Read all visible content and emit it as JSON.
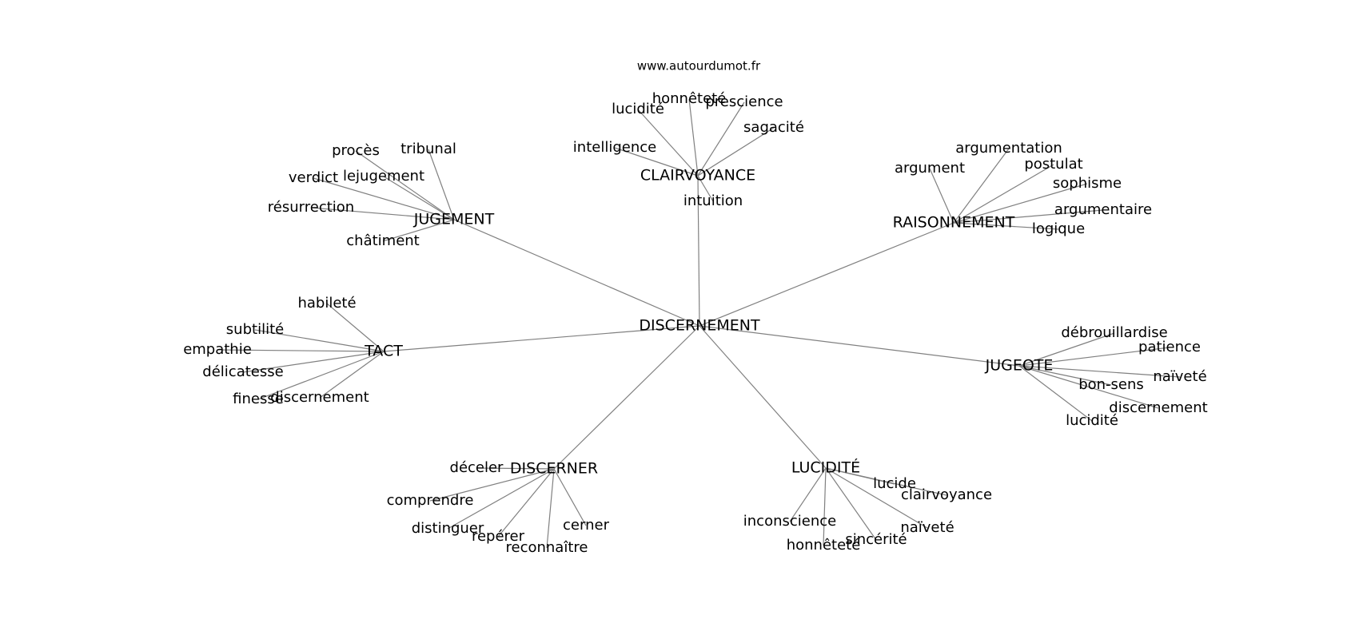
{
  "source": "www.autourdumot.fr",
  "center": {
    "id": "discernement",
    "label": "DISCERNEMENT"
  },
  "hubs": [
    {
      "id": "clairvoyance",
      "label": "CLAIRVOYANCE",
      "leaves": [
        {
          "id": "honnetete",
          "label": "honnêteté"
        },
        {
          "id": "prescience",
          "label": "prescience"
        },
        {
          "id": "lucidite",
          "label": "lucidité"
        },
        {
          "id": "sagacite",
          "label": "sagacité"
        },
        {
          "id": "intelligence",
          "label": "intelligence"
        },
        {
          "id": "intuition",
          "label": "intuition"
        }
      ]
    },
    {
      "id": "jugement",
      "label": "JUGEMENT",
      "leaves": [
        {
          "id": "proces",
          "label": "procès"
        },
        {
          "id": "tribunal",
          "label": "tribunal"
        },
        {
          "id": "verdict",
          "label": "verdict"
        },
        {
          "id": "lejugement",
          "label": "lejugement"
        },
        {
          "id": "resurrection",
          "label": "résurrection"
        },
        {
          "id": "chatiment",
          "label": "châtiment"
        }
      ]
    },
    {
      "id": "raisonnement",
      "label": "RAISONNEMENT",
      "leaves": [
        {
          "id": "argumentation",
          "label": "argumentation"
        },
        {
          "id": "argument",
          "label": "argument"
        },
        {
          "id": "postulat",
          "label": "postulat"
        },
        {
          "id": "sophisme",
          "label": "sophisme"
        },
        {
          "id": "argumentaire",
          "label": "argumentaire"
        },
        {
          "id": "logique",
          "label": "logique"
        }
      ]
    },
    {
      "id": "tact",
      "label": "TACT",
      "leaves": [
        {
          "id": "habilete",
          "label": "habileté"
        },
        {
          "id": "subtilite",
          "label": "subtilité"
        },
        {
          "id": "empathie",
          "label": "empathie"
        },
        {
          "id": "delicatesse",
          "label": "délicatesse"
        },
        {
          "id": "finesse",
          "label": "finesse"
        },
        {
          "id": "discernement",
          "label": "discernement"
        }
      ]
    },
    {
      "id": "jugeote",
      "label": "JUGEOTE",
      "leaves": [
        {
          "id": "debrouillardise",
          "label": "débrouillardise"
        },
        {
          "id": "patience",
          "label": "patience"
        },
        {
          "id": "naivete",
          "label": "naïveté"
        },
        {
          "id": "bon-sens",
          "label": "bon-sens"
        },
        {
          "id": "discernement",
          "label": "discernement"
        },
        {
          "id": "lucidite",
          "label": "lucidité"
        }
      ]
    },
    {
      "id": "discerner",
      "label": "DISCERNER",
      "leaves": [
        {
          "id": "deceler",
          "label": "déceler"
        },
        {
          "id": "comprendre",
          "label": "comprendre"
        },
        {
          "id": "distinguer",
          "label": "distinguer"
        },
        {
          "id": "reperer",
          "label": "repérer"
        },
        {
          "id": "reconnaitre",
          "label": "reconnaître"
        },
        {
          "id": "cerner",
          "label": "cerner"
        }
      ]
    },
    {
      "id": "lucidite-hub",
      "label": "LUCIDITÉ",
      "leaves": [
        {
          "id": "lucide",
          "label": "lucide"
        },
        {
          "id": "clairvoyance",
          "label": "clairvoyance"
        },
        {
          "id": "inconscience",
          "label": "inconscience"
        },
        {
          "id": "honnetete",
          "label": "honnêteté"
        },
        {
          "id": "sincerite",
          "label": "sincérité"
        },
        {
          "id": "naivete",
          "label": "naïveté"
        }
      ]
    }
  ]
}
